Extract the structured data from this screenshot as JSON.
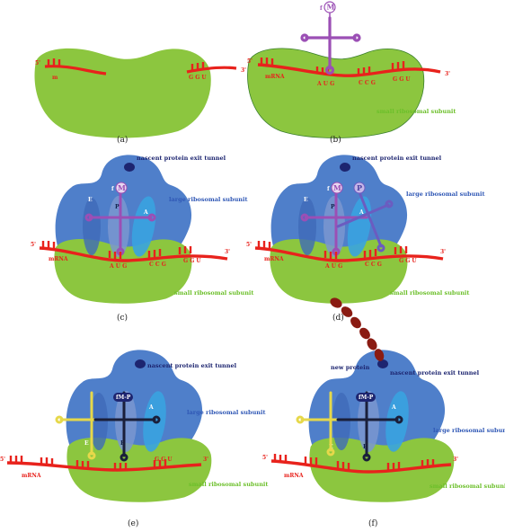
{
  "colors": {
    "small_subunit": "#8cc63f",
    "large_subunit": "#4f7fca",
    "mrna": "#e8221c",
    "trna_purple": "#9b4fb5",
    "trna_yellow": "#e6d84a",
    "trna_dark": "#1a1f3a",
    "site_a": "#39a3e0",
    "peptide": "#8a1b12",
    "exit_tunnel": "#1d2570"
  },
  "panels": {
    "a": {
      "caption": "(a)",
      "five_prime": "5'",
      "three_prime": "3'",
      "mrna_label": "m",
      "codon_1": "G G U"
    },
    "b": {
      "caption": "(b)",
      "five_prime": "5'",
      "three_prime": "3'",
      "mrna_label": "mRNA",
      "codon_1": "A U G",
      "codon_2": "C C G",
      "codon_3": "G G U",
      "small_subunit_label": "small ribosomal subunit",
      "trna_f": "f",
      "trna_m": "M"
    },
    "c": {
      "caption": "(c)",
      "five_prime": "5'",
      "three_prime": "3'",
      "mrna_label": "mRNA",
      "codon_1": "A U G",
      "codon_2": "C C G",
      "codon_3": "G G U",
      "small_subunit_label": "small ribosomal subunit",
      "large_subunit_label": "large ribosomal subunit",
      "exit_tunnel_label": "nascent protein exit tunnel",
      "site_e": "E",
      "site_p": "P",
      "site_a": "A",
      "trna_f": "f",
      "trna_m": "M"
    },
    "d": {
      "caption": "(d)",
      "five_prime": "5'",
      "three_prime": "3'",
      "mrna_label": "mRNA",
      "codon_1": "A U G",
      "codon_2": "C C G",
      "codon_3": "G G U",
      "small_subunit_label": "small ribosomal subunit",
      "large_subunit_label": "large ribosomal subunit",
      "exit_tunnel_label": "nascent protein exit tunnel",
      "site_e": "E",
      "site_p": "P",
      "site_a": "A",
      "trna_f": "f",
      "trna_m": "M",
      "trna_p": "P"
    },
    "e": {
      "caption": "(e)",
      "five_prime": "5'",
      "three_prime": "3'",
      "mrna_label": "mRNA",
      "codon_3": "G G U",
      "small_subunit_label": "small ribosomal subunit",
      "large_subunit_label": "large ribosomal subunit",
      "exit_tunnel_label": "nascent protein exit tunnel",
      "site_e": "E",
      "site_p": "P",
      "site_a": "A",
      "dipeptide": "fM-P"
    },
    "f": {
      "caption": "(f)",
      "five_prime": "5'",
      "three_prime": "3'",
      "mrna_label": "mRNA",
      "small_subunit_label": "small ribosomal subunit",
      "large_subunit_label": "large ribosomal subunit",
      "exit_tunnel_label": "nascent protein exit tunnel",
      "new_protein_label": "new protein",
      "site_e": "E",
      "site_p": "P",
      "site_a": "A",
      "dipeptide": "fM-P"
    }
  }
}
